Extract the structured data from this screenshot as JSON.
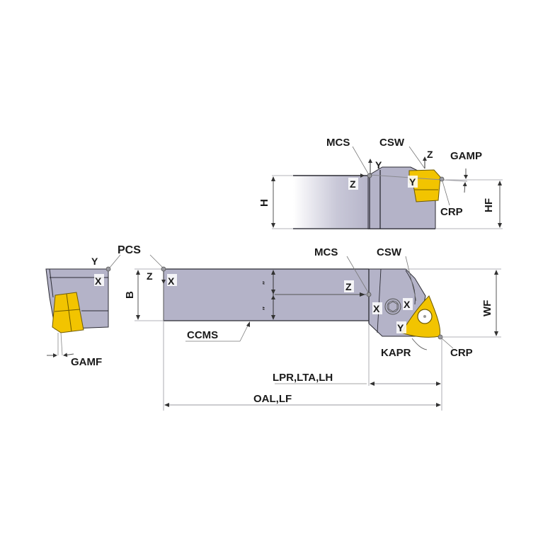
{
  "colors": {
    "body": "#b4b3c8",
    "body_dark": "#9d9cb4",
    "outline": "#2b2b33",
    "insert": "#f2c400",
    "insert_edge": "#6e5a00",
    "dim_line": "#9a9aa0",
    "ref_point": "#8a8a90"
  },
  "top_view": {
    "labels": {
      "mcs": "MCS",
      "csw": "CSW",
      "gamp": "GAMP",
      "crp": "CRP",
      "h": "H",
      "hf": "HF"
    },
    "axes": {
      "y1": "Y",
      "z1": "Z",
      "z2": "Z",
      "y2": "Y"
    }
  },
  "end_view": {
    "labels": {
      "pcs": "PCS",
      "gamf": "GAMF"
    },
    "axes": {
      "y": "Y",
      "x": "X"
    }
  },
  "side_view": {
    "labels": {
      "b": "B",
      "ccms": "CCMS",
      "mcs": "MCS",
      "csw": "CSW",
      "wf": "WF",
      "kapr": "KAPR",
      "crp": "CRP",
      "lpr": "LPR,LTA,LH",
      "oal": "OAL,LF"
    },
    "axes": {
      "z1": "Z",
      "x1": "X",
      "z2": "Z",
      "x2": "X",
      "x3": "X",
      "y": "Y"
    },
    "tick_marks": [
      "″",
      "″"
    ]
  }
}
